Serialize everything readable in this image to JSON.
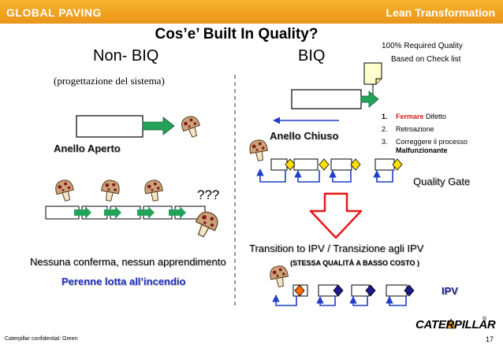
{
  "header": {
    "left": "GLOBAL PAVING",
    "right": "Lean Transformation"
  },
  "title": "Cos’e’ Built In Quality?",
  "non_biq": {
    "heading": "Non- BIQ",
    "subtitle": "(progettazione del sistema)",
    "open_loop_label": "Anello Aperto",
    "question": "???",
    "no_confirmation": "Nessuna conferma, nessun apprendimento",
    "firefighting": "Perenne lotta all’incendio"
  },
  "biq": {
    "heading": "BIQ",
    "quality_line1": "100% Required  Quality",
    "quality_line2": "Based on Check list",
    "closed_loop_label": "Anello Chiuso",
    "steps": [
      {
        "num": "1.",
        "lead": "Fermare",
        "rest": " Difetto"
      },
      {
        "num": "2.",
        "lead": "",
        "rest": "Retroazione"
      },
      {
        "num": "3.",
        "lead": "",
        "rest": "Correggere il processo",
        "rest2": "Malfunzionante"
      }
    ],
    "quality_gate": "Quality Gate"
  },
  "transition": {
    "line": "Transition  to IPV / Transizione agli IPV",
    "sub": "(STESSA QUALITÀ A BASSO COSTO )",
    "ipv": "IPV"
  },
  "footer": {
    "confidential": "Caterpillar confidential: Green",
    "brand": "CATERPILLAR",
    "brand_mark": "®",
    "page": "17"
  },
  "colors": {
    "header_orange": "#f0a020",
    "arrow_green": "#23a35a",
    "feedback_blue": "#1f3fc8",
    "gate_yellow": "#ffe000",
    "ipv_navy": "#1a1a8a",
    "ipv_orange": "#ff6a00",
    "transition_red": "#e81818",
    "stop_red": "#d62020"
  }
}
